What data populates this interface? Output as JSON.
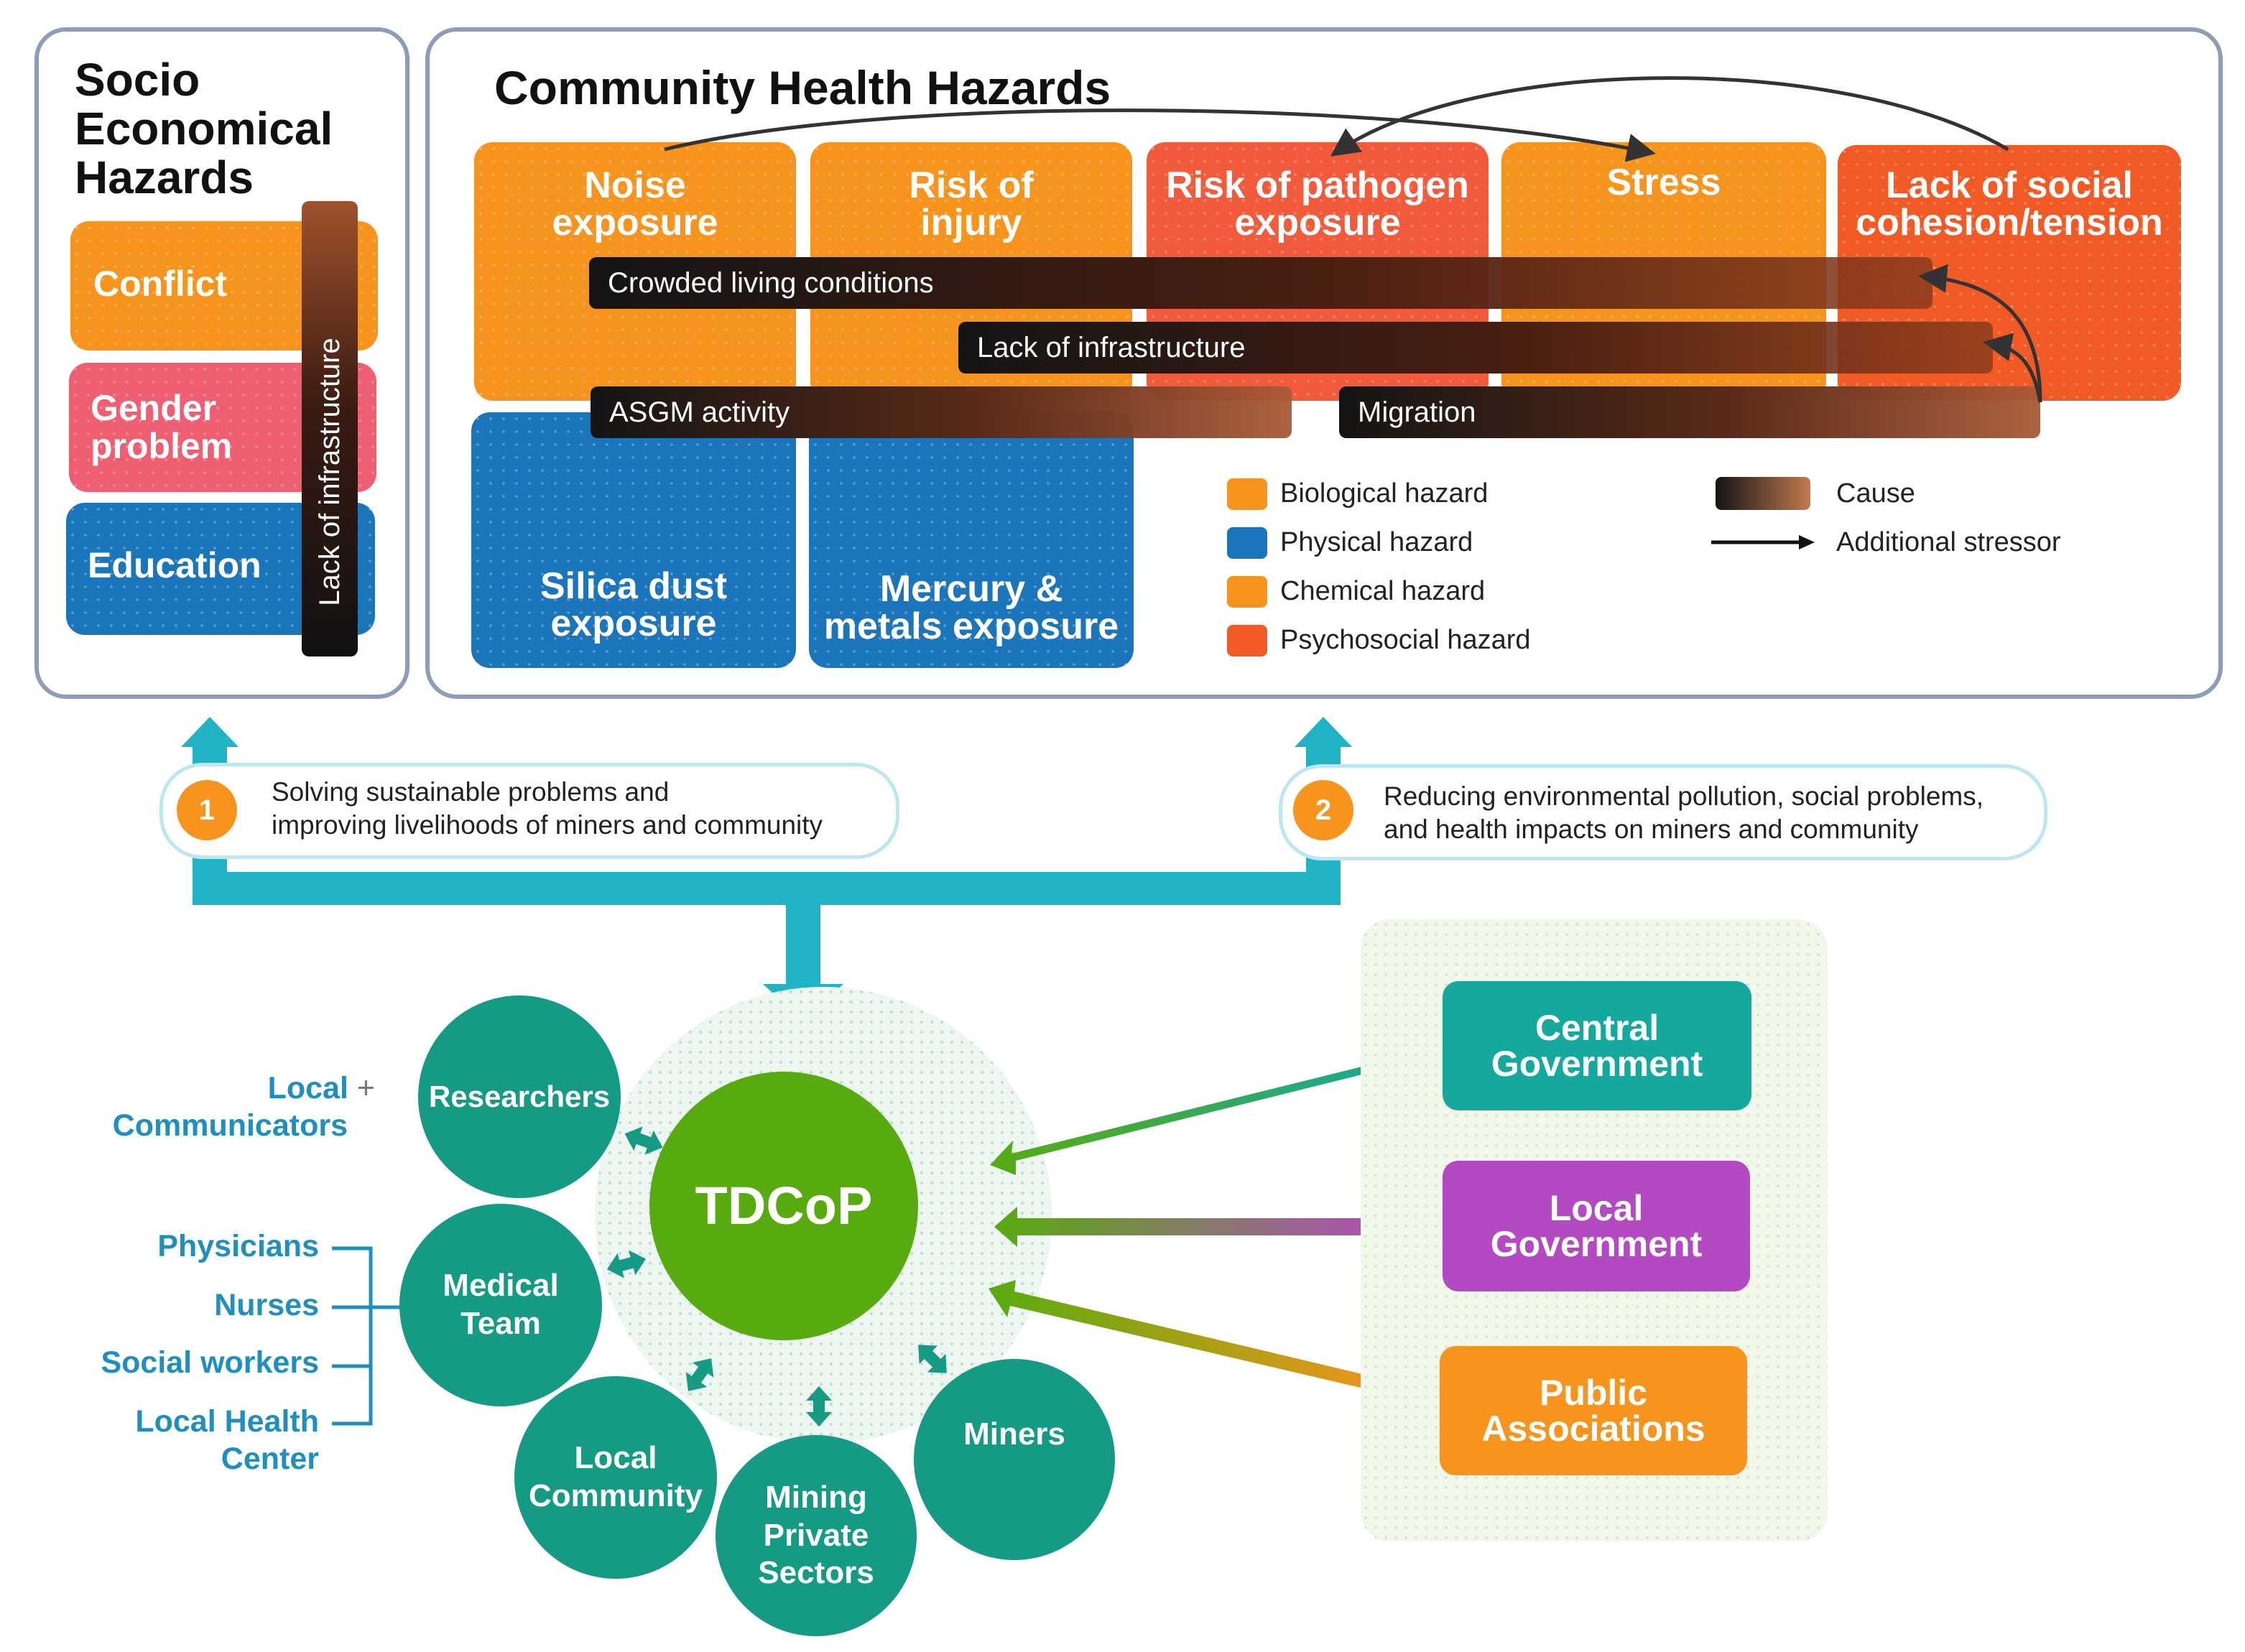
{
  "socio": {
    "title_line1": "Socio",
    "title_line2": "Economical",
    "title_line3": "Hazards",
    "items": [
      {
        "label": "Conflict"
      },
      {
        "label": "Gender problem"
      },
      {
        "label": "Education"
      }
    ],
    "infra_bar": "Lack of infrastructure"
  },
  "community": {
    "title": "Community Health Hazards",
    "hazards": [
      {
        "line1": "Noise",
        "line2": "exposure"
      },
      {
        "line1": "Risk of",
        "line2": "injury"
      },
      {
        "line1": "Risk of pathogen",
        "line2": "exposure"
      },
      {
        "line1": "Stress",
        "line2": ""
      },
      {
        "line1": "Lack of social",
        "line2": "cohesion/tension"
      },
      {
        "line1": "Silica dust",
        "line2": "exposure"
      },
      {
        "line1": "Mercury &",
        "line2": "metals exposure"
      }
    ],
    "causes": [
      {
        "label": "Crowded living conditions"
      },
      {
        "label": "Lack of infrastructure"
      },
      {
        "label": "ASGM activity"
      },
      {
        "label": "Migration"
      }
    ]
  },
  "legend": {
    "items": [
      {
        "label": "Biological hazard",
        "color": "#f7941d"
      },
      {
        "label": "Physical hazard",
        "color": "#1b75bb"
      },
      {
        "label": "Chemical hazard",
        "color": "#f7941d"
      },
      {
        "label": "Psychosocial hazard",
        "color": "#f15a24"
      }
    ],
    "cause_label": "Cause",
    "stressor_label": "Additional stressor"
  },
  "goals": [
    {
      "number": "1",
      "line1": "Solving sustainable problems and",
      "line2": "improving livelihoods of miners and community"
    },
    {
      "number": "2",
      "line1": "Reducing environmental pollution, social problems,",
      "line2": "and health impacts on miners and community"
    }
  ],
  "tdcop": {
    "center": "TDCoP",
    "members": [
      {
        "label": "Researchers"
      },
      {
        "line1": "Medical",
        "line2": "Team"
      },
      {
        "line1": "Local",
        "line2": "Community"
      },
      {
        "line1": "Mining",
        "line2": "Private",
        "line3": "Sectors"
      },
      {
        "label": "Miners"
      }
    ],
    "local_line1": "Local",
    "plus": "+",
    "local_line2": "Communicators",
    "medical_roles": [
      "Physicians",
      "Nurses",
      "Social workers"
    ],
    "health_center_line1": "Local Health",
    "health_center_line2": "Center"
  },
  "government": {
    "central_line1": "Central",
    "central_line2": "Government",
    "local_line1": "Local",
    "local_line2": "Government",
    "public_line1": "Public",
    "public_line2": "Associations"
  },
  "colors": {
    "orange": "#f7941d",
    "red_orange": "#f15a24",
    "pink": "#ee5f74",
    "blue": "#1b75bb",
    "teal": "#1fb3c3",
    "green": "#58ab0f",
    "circle_teal": "#159a83",
    "gov_teal": "#14a99c",
    "purple": "#b44ac1",
    "panel_border": "#8e9cb6"
  }
}
